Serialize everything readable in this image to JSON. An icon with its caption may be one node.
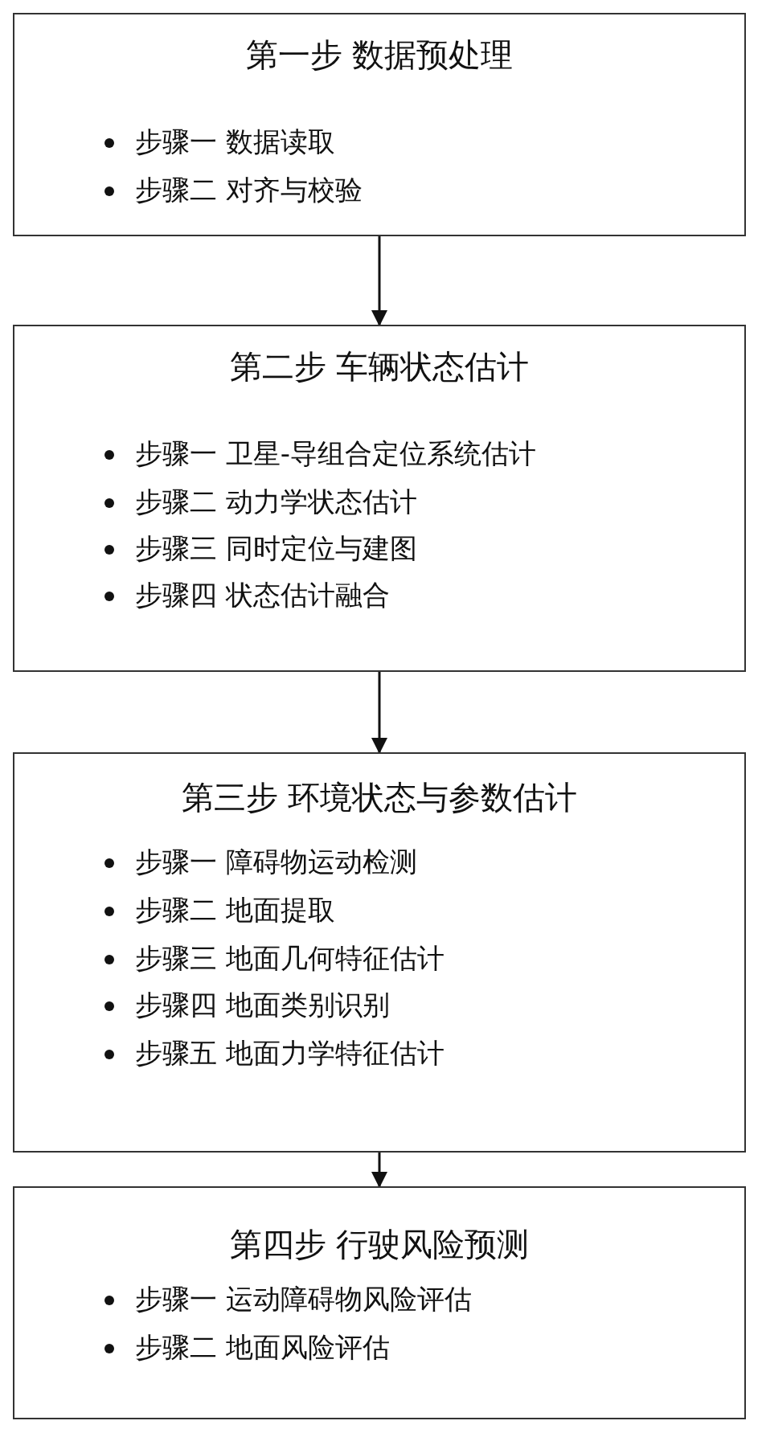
{
  "diagram": {
    "nodes": [
      {
        "text": [
          "第一步 数据预处理",
          "步骤一 数据读取",
          "步骤二 对齐与校验"
        ]
      },
      {
        "text": [
          "第二步 车辆状态估计",
          "步骤一 卫星-导组合定位系统估计",
          "步骤二 动力学状态估计",
          "步骤三 同时定位与建图",
          "步骤四 状态估计融合"
        ]
      },
      {
        "text": [
          "第三步 环境状态与参数估计",
          "步骤一 障碍物运动检测",
          "步骤二 地面提取",
          "步骤三 地面几何特征估计",
          "步骤四 地面类别识别",
          "步骤五 地面力学特征估计"
        ]
      },
      {
        "text": [
          "第四步 行驶风险预测",
          "步骤一 运动障碍物风险评估",
          "步骤二 地面风险评估"
        ]
      }
    ],
    "edges": [
      {
        "from": 0,
        "to": 1,
        "arrow": "to"
      },
      {
        "from": 1,
        "to": 2,
        "arrow": "to"
      },
      {
        "from": 2,
        "to": 3,
        "arrow": "to"
      }
    ]
  }
}
